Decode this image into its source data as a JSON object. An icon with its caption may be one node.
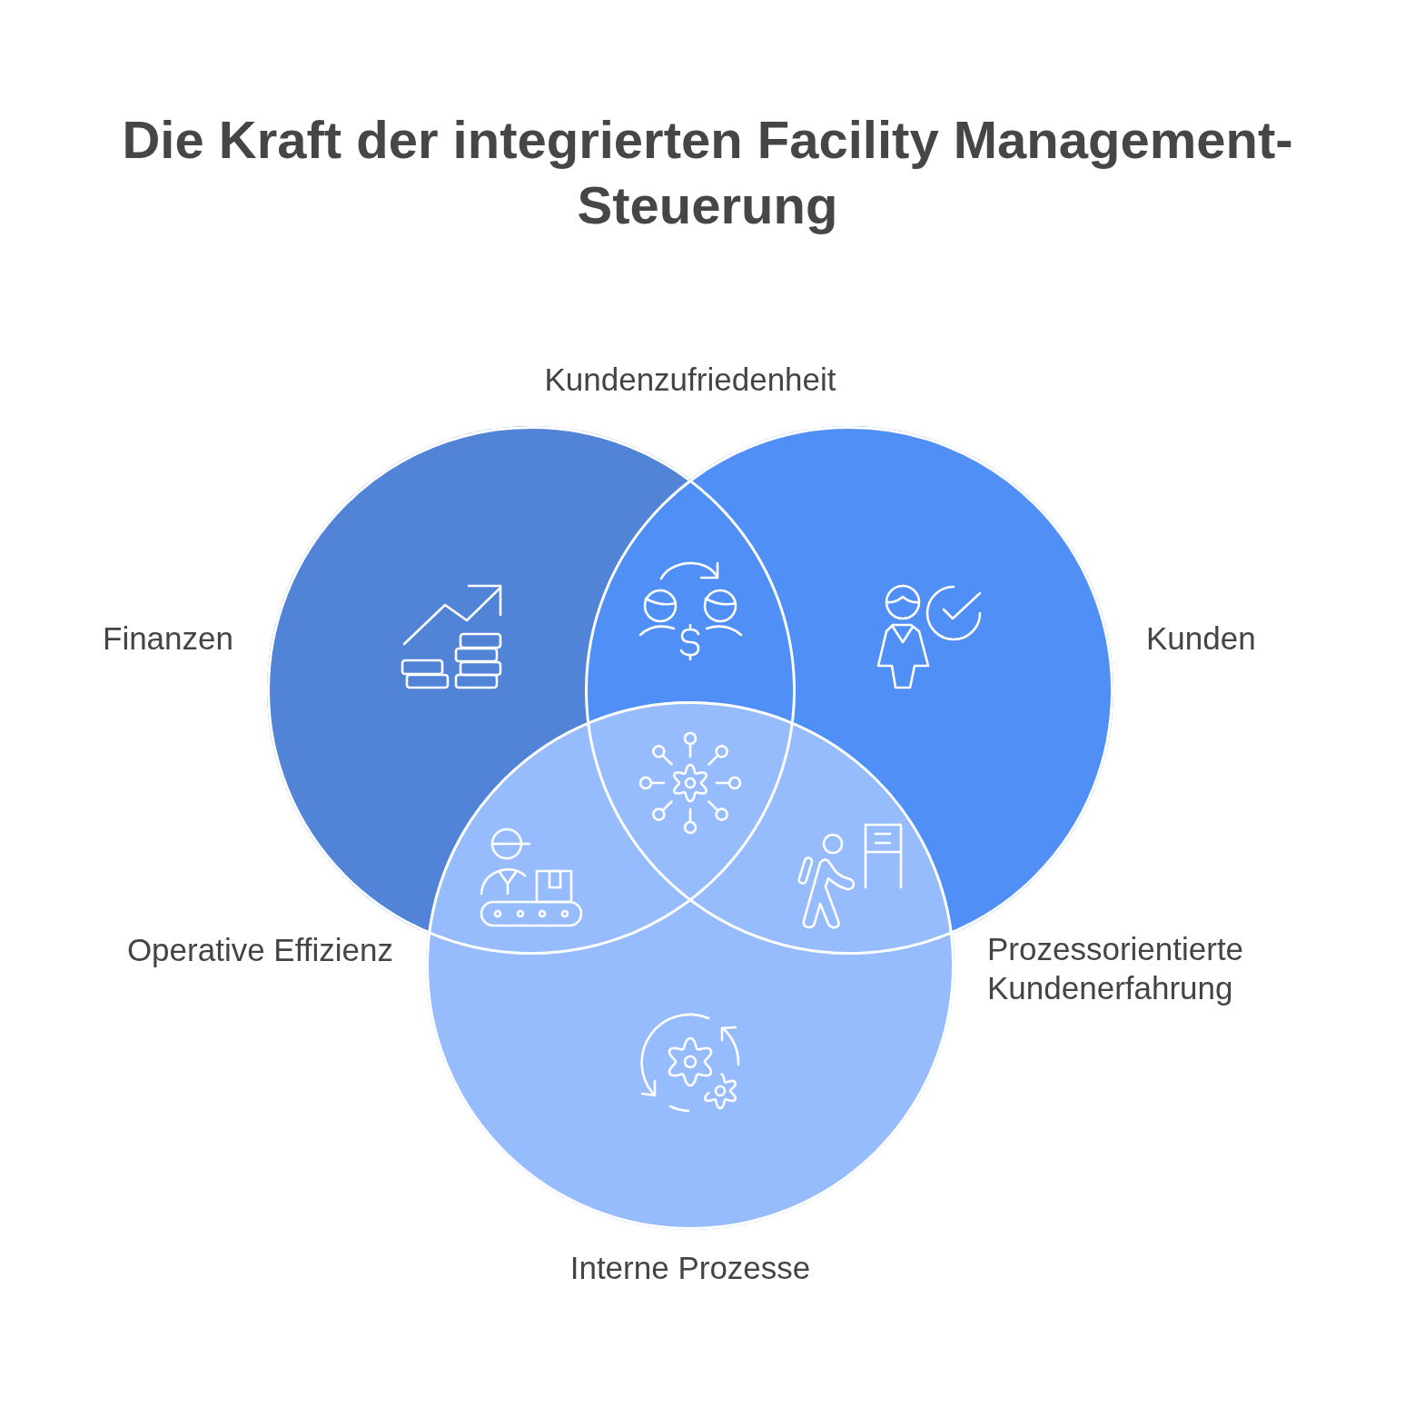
{
  "diagram": {
    "title": "Die Kraft der integrierten Facility Management-Steuerung",
    "nodes": [
      {
        "text": [
          "Finanzen"
        ]
      },
      {
        "text": [
          "Kunden"
        ]
      },
      {
        "text": [
          "Interne Prozesse"
        ]
      }
    ],
    "labels": [
      "Kundenzufriedenheit",
      "Operative Effizienz",
      "Prozessorientierte Kundenerfahrung"
    ]
  }
}
